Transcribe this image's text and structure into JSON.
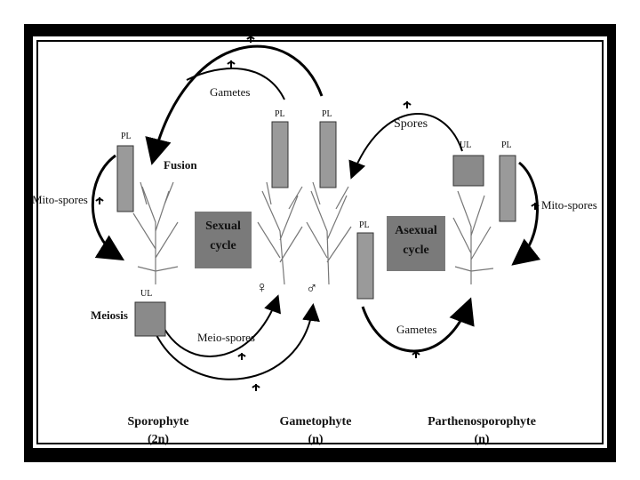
{
  "labels": {
    "gametes_top": "Gametes",
    "spores": "Spores",
    "fusion": "Fusion",
    "mito_spores_left": "Mito-spores",
    "mito_spores_right": "Mito-spores",
    "meiosis": "Meiosis",
    "meio_spores": "Meio-spores",
    "gametes_bottom": "Gametes",
    "pl": "PL",
    "ul": "UL"
  },
  "boxes": {
    "sexual_line1": "Sexual",
    "sexual_line2": "cycle",
    "asexual_line1": "Asexual",
    "asexual_line2": "cycle"
  },
  "generations": [
    {
      "name": "Sporophyte",
      "ploidy": "(2n)"
    },
    {
      "name": "Gametophyte",
      "ploidy": "(n)"
    },
    {
      "name": "Parthenosporophyte",
      "ploidy": "(n)"
    }
  ],
  "symbols": {
    "female": "♀",
    "male": "♂"
  },
  "colors": {
    "cycle_box": "#7a7a7a",
    "frame": "#000000"
  }
}
